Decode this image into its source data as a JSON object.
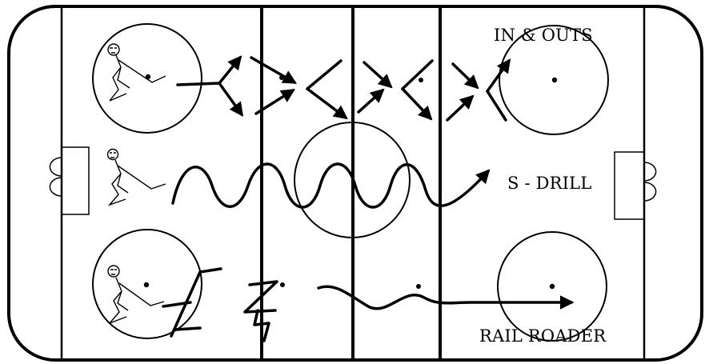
{
  "drills": {
    "in_and_outs": "IN & OUTS",
    "s_drill": "S - DRILL",
    "rail_roader": "RAIL ROADER"
  },
  "icons": [
    "player-stick-figure-icon",
    "arrow-icon",
    "faceoff-dot-icon",
    "goal-net-icon"
  ]
}
